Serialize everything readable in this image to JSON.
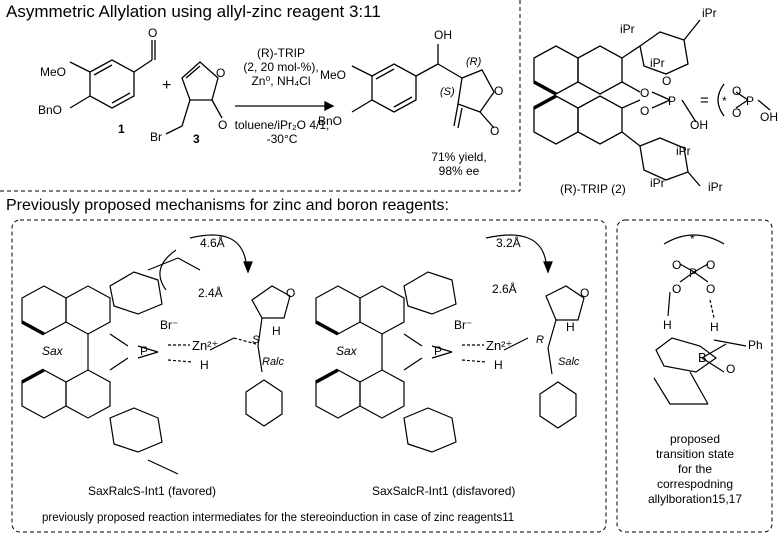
{
  "top": {
    "title": "Asymmetric Allylation using allyl-zinc reagent 3:11",
    "conditions": [
      "(R)-TRIP",
      "(2, 20 mol-%),",
      "Zn⁰, NH₄Cl"
    ],
    "solvent": [
      "toluene/iPr₂O 4/1,",
      "-30°C"
    ],
    "result": [
      "71% yield,",
      "98% ee"
    ],
    "labels": {
      "MeO": "MeO",
      "BnO": "BnO",
      "c1": "1",
      "c3": "3",
      "Br": "Br",
      "O": "O",
      "OH": "OH",
      "plus": "+",
      "S": "(S)",
      "R": "(R)",
      "trip_caption": "(R)-TRIP (2)",
      "iPr": "iPr",
      "P": "P",
      "eq": "=",
      "star": "*"
    }
  },
  "mid": {
    "title": "Previously proposed mechanisms for zinc and boron reagents:",
    "left": {
      "dist1": "4.6Å",
      "dist2": "2.4Å",
      "Br": "Br⁻",
      "Zn": "Zn²⁺",
      "Sax": "Sax",
      "S": "S",
      "Ralc": "Ralc",
      "H": "H",
      "O": "O",
      "P": "P",
      "caption": "SaxRalcS-Int1 (favored)"
    },
    "right": {
      "dist1": "3.2Å",
      "dist2": "2.6Å",
      "Br": "Br⁻",
      "Zn": "Zn²⁺",
      "Sax": "Sax",
      "R": "R",
      "Salc": "Salc",
      "H": "H",
      "O": "O",
      "P": "P",
      "caption": "SaxSalcR-Int1 (disfavored)"
    },
    "footer": "previously proposed reaction intermediates for the stereoinduction in case of zinc reagents11",
    "side": {
      "lines": [
        "proposed",
        "transition state",
        "for the",
        "correspodning",
        "allylboration15,17"
      ],
      "Ph": "Ph",
      "B": "B",
      "O": "O",
      "H": "H",
      "P": "P",
      "star": "*"
    }
  }
}
